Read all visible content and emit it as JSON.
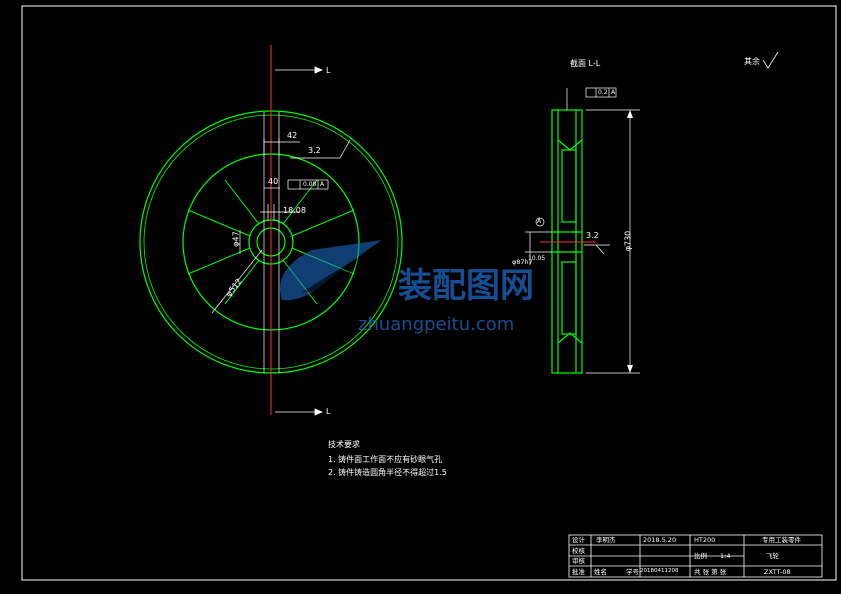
{
  "drawing": {
    "section_label": "截面 L-L",
    "rest_roughness": "其余",
    "section_markers": [
      "L",
      "L"
    ],
    "dims": {
      "width_top": "42",
      "hub_width": "40",
      "roughness_front": "3.2",
      "roughness_side": "3.2",
      "bore_width": "18.08",
      "bore": "φ47",
      "hub_dia": "φ512",
      "outer_dia": "φ730",
      "side_bore": "φ87h7",
      "datum": "A",
      "parallel_tol": "0.08",
      "runout_tol": "0.2",
      "bore_note": "10.05"
    }
  },
  "tech_notes": {
    "title": "技术要求",
    "items": [
      "1. 铸件面工作面不应有砂眼气孔",
      "2. 铸件铸造圆角半径不得超过1.5"
    ]
  },
  "title_block": {
    "design_label": "设计",
    "design_name": "李明杰",
    "design_date": "2018.5.20",
    "check_label": "校核",
    "review_label": "审核",
    "approve_label": "批准",
    "org": "HT200",
    "scale_label": "比例",
    "scale_value": "1:4",
    "drawing_title": "专用工装零件",
    "part_name": "飞轮",
    "student_no": "学号",
    "student_value": "20180411208",
    "sheet": "共  张 第  张",
    "code": "ZXTT-08",
    "name_label": "姓名"
  },
  "watermark": {
    "cn": "装配图网",
    "en": "zhuangpeitu.com"
  },
  "colors": {
    "border": "#ffffff",
    "part": "#00ff00",
    "center": "#ff3030",
    "dim": "#ffffff"
  }
}
